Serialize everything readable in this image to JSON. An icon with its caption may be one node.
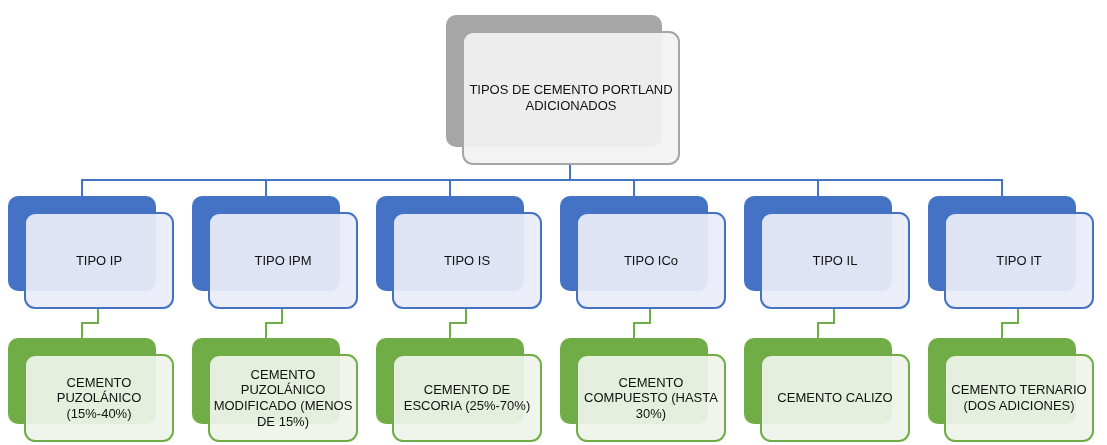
{
  "diagram": {
    "nodes": [
      {
        "text": [
          "TIPOS DE CEMENTO PORTLAND ADICIONADOS"
        ]
      },
      {
        "text": [
          "TIPO IP"
        ]
      },
      {
        "text": [
          "TIPO IPM"
        ]
      },
      {
        "text": [
          "TIPO IS"
        ]
      },
      {
        "text": [
          "TIPO ICo"
        ]
      },
      {
        "text": [
          "TIPO IL"
        ]
      },
      {
        "text": [
          "TIPO IT"
        ]
      },
      {
        "text": [
          "CEMENTO PUZOLÁNICO (15%-40%)"
        ]
      },
      {
        "text": [
          "CEMENTO PUZOLÁNICO MODIFICADO (MENOS DE 15%)"
        ]
      },
      {
        "text": [
          "CEMENTO DE ESCORIA (25%-70%)"
        ]
      },
      {
        "text": [
          "CEMENTO COMPUESTO (HASTA 30%)"
        ]
      },
      {
        "text": [
          "CEMENTO CALIZO"
        ]
      },
      {
        "text": [
          "CEMENTO TERNARIO (DOS ADICIONES)"
        ]
      }
    ],
    "edges": [
      {
        "from": 0,
        "to": 1,
        "arrow": "none"
      },
      {
        "from": 0,
        "to": 2,
        "arrow": "none"
      },
      {
        "from": 0,
        "to": 3,
        "arrow": "none"
      },
      {
        "from": 0,
        "to": 4,
        "arrow": "none"
      },
      {
        "from": 0,
        "to": 5,
        "arrow": "none"
      },
      {
        "from": 0,
        "to": 6,
        "arrow": "none"
      },
      {
        "from": 1,
        "to": 7,
        "arrow": "none",
        "color": "#70ad47"
      },
      {
        "from": 2,
        "to": 8,
        "arrow": "none",
        "color": "#70ad47"
      },
      {
        "from": 3,
        "to": 9,
        "arrow": "none",
        "color": "#70ad47"
      },
      {
        "from": 4,
        "to": 10,
        "arrow": "none",
        "color": "#70ad47"
      },
      {
        "from": 5,
        "to": 11,
        "arrow": "none",
        "color": "#70ad47"
      },
      {
        "from": 6,
        "to": 12,
        "arrow": "none",
        "color": "#70ad47"
      }
    ]
  }
}
